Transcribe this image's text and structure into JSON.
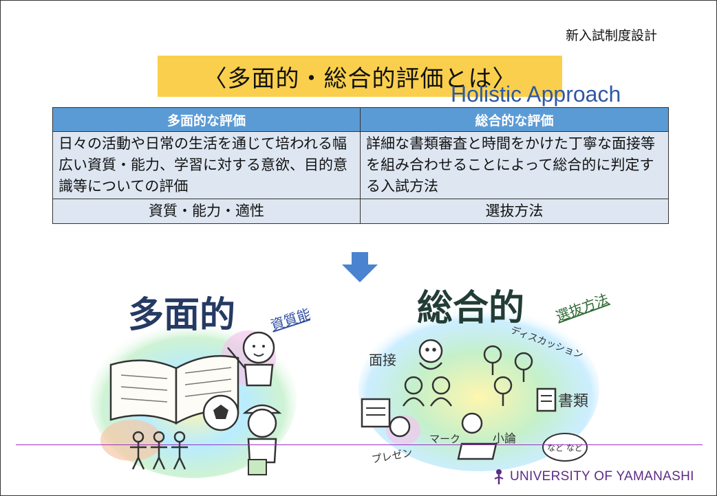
{
  "header": {
    "corner_label": "新入試制度設計",
    "title": "〈多面的・総合的評価とは〉",
    "subtitle": "Holistic Approach"
  },
  "table": {
    "headers": [
      "多面的な評価",
      "総合的な評価"
    ],
    "rows": [
      [
        "日々の活動や日常の生活を通じて培われる幅広い資質・能力、学習に対する意欲、目的意識等についての評価",
        "詳細な書類審査と時間をかけた丁寧な面接等を組み合わせることによって総合的に判定する入試方法"
      ],
      [
        "資質・能力・適性",
        "選抜方法"
      ]
    ]
  },
  "illustration_left": {
    "heading": "多面的",
    "caption": "資質能力"
  },
  "illustration_right": {
    "heading": "総合的",
    "caption": "選抜方法",
    "labels": {
      "interview": "面接",
      "discussion": "ディスカッション",
      "documents": "書類",
      "presentation": "プレゼン",
      "mark": "マーク",
      "essay": "小論",
      "etc": "など など"
    }
  },
  "footer": {
    "university": "UNIVERSITY OF YAMANASHI"
  },
  "colors": {
    "title_band": "#f9cf4d",
    "table_header": "#5b9bd5",
    "table_cell": "#dde6f1",
    "subtitle": "#2f58a3",
    "university": "#5e2a86",
    "rule_line": "#9b30c2"
  }
}
